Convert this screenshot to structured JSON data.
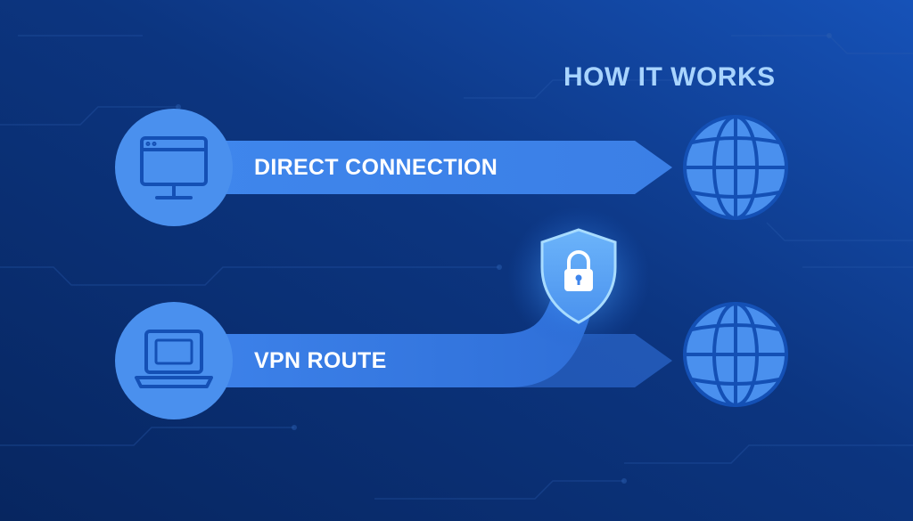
{
  "diagram": {
    "title": "HOW IT WORKS",
    "lanes": [
      {
        "id": "direct",
        "label": "DIRECT CONNECTION",
        "source_icon": "monitor-icon",
        "target_icon": "globe-icon"
      },
      {
        "id": "vpn",
        "label": "VPN ROUTE",
        "source_icon": "laptop-icon",
        "target_icon": "globe-icon",
        "via_icon": "shield-lock-icon"
      }
    ]
  },
  "colors": {
    "background_dark": "#082a66",
    "background_light": "#1652b8",
    "circle_fill": "#4a90ee",
    "arrow_fill": "#3a7ee6",
    "icon_stroke": "#1450b5",
    "title_color": "#a8d4ff",
    "shield_fill": "#5ea6f5",
    "glow": "#7cc4ff"
  }
}
